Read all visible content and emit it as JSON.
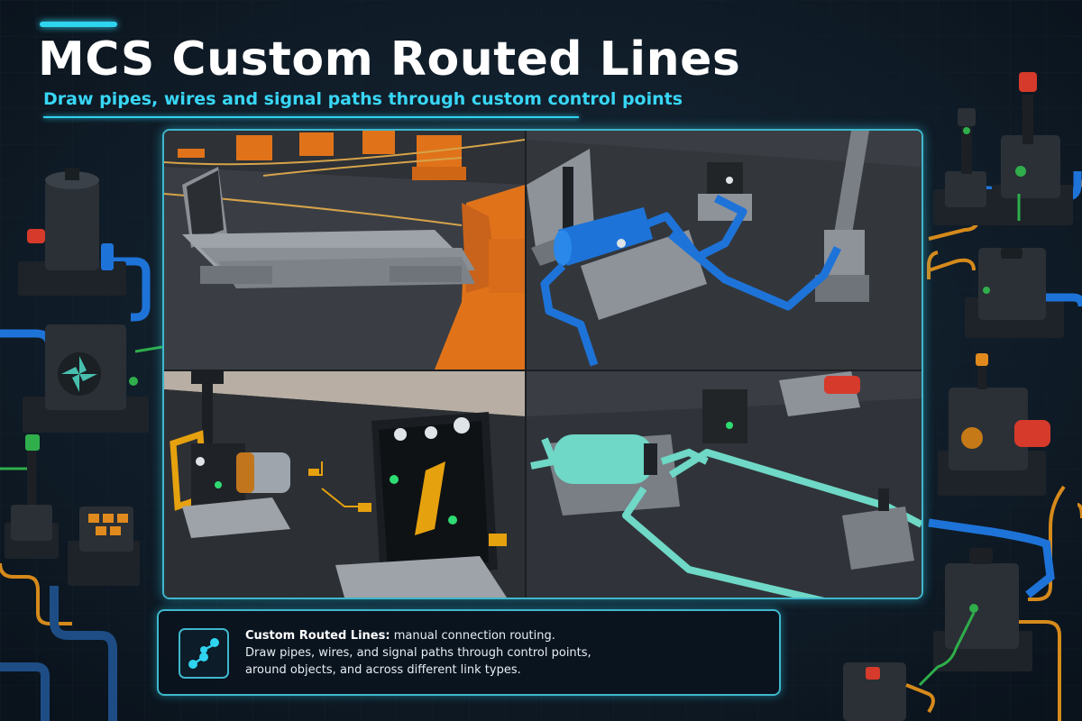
{
  "header": {
    "title": "MCS Custom Routed Lines",
    "subtitle": "Draw pipes, wires and signal paths through custom control points"
  },
  "info_box": {
    "heading": "Custom Routed Lines:",
    "text_1": "manual connection routing.",
    "text_2": "Draw pipes, wires, and signal paths through control points,",
    "text_3": "around objects, and across different link types.",
    "icon": "routed-path-icon"
  },
  "colors": {
    "accent": "#2fd4f0",
    "background": "#0e1a26",
    "pipe_blue": "#1e73d8",
    "wire_orange": "#d68a1a",
    "signal_green": "#2fae4b",
    "pipe_teal": "#6fd8c6",
    "object_orange": "#e0731a"
  }
}
